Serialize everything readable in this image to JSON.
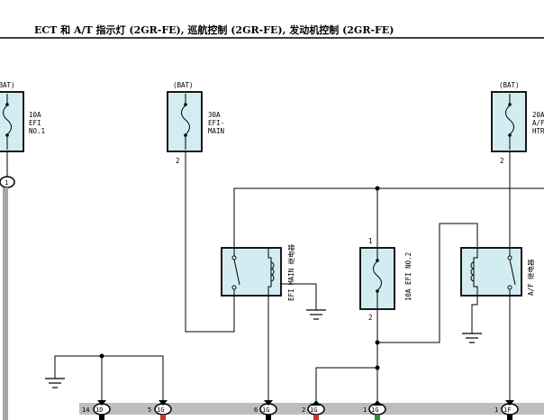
{
  "header": {
    "title": "ECT 和 A/T 指示灯 (2GR-FE), 巡航控制 (2GR-FE), 发动机控制 (2GR-FE)"
  },
  "fuses": [
    {
      "id": "efi-no1",
      "bat": "(BAT)",
      "rating": "10A",
      "name_lines": [
        "EFI",
        "NO.1"
      ],
      "pin": ""
    },
    {
      "id": "efi-main",
      "bat": "(BAT)",
      "rating": "30A",
      "name_lines": [
        "EFI-",
        "MAIN"
      ],
      "pin": "2"
    },
    {
      "id": "af-htr",
      "bat": "(BAT)",
      "rating": "20A",
      "name_lines": [
        "A/F",
        "HTR"
      ],
      "pin": "2"
    }
  ],
  "relays": {
    "efi_main": {
      "label": "EFI MAIN 继电器"
    },
    "efi_no2": {
      "label": "10A EFI NO.2",
      "pin_top": "1",
      "pin_bottom": "2"
    },
    "af": {
      "label": "A/F 继电器"
    }
  },
  "connectors": [
    {
      "id": "c1",
      "label": "1"
    },
    {
      "id": "c-1d",
      "pin": "14",
      "label": "1D"
    },
    {
      "id": "c-1g-a",
      "pin": "5",
      "label": "1G"
    },
    {
      "id": "c-1g-b",
      "pin": "6",
      "label": "1G"
    },
    {
      "id": "c-1g-c",
      "pin": "2",
      "label": "1G"
    },
    {
      "id": "c-1g-d",
      "pin": "1",
      "label": "1G"
    },
    {
      "id": "c-1f",
      "pin": "1",
      "label": "1F"
    }
  ],
  "colors": {
    "component_fill": "#d2ecf2",
    "bus_gray": "#bdbdbd",
    "wire_gray": "#a6a6a6",
    "wire_red": "#c0392b",
    "wire_green": "#2e8b3d",
    "wire_black": "#000000"
  }
}
